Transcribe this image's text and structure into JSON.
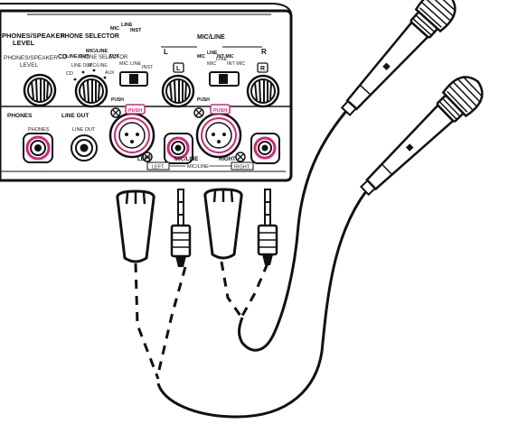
{
  "panel": {
    "phones_speaker_level_top": "PHONES/SPEAKER",
    "phones_speaker_level_bottom": "LEVEL",
    "phones_speaker_level_ghost_top": "PHONES/SPEAKER",
    "phones_speaker_level_ghost_bottom": "LEVEL",
    "phone_selector_title": "PHONE SELECTOR",
    "cd_bold": "CD",
    "line_out_bold": "LINE OUT",
    "mic_line_bold": "MIC/LINE",
    "aux_bold": "AUX",
    "phone_selector_ghost": "PHONE SELECTOR",
    "cd": "CD",
    "line_out_small": "LINE OUT",
    "mic_line_small": "MIC/LINE",
    "aux_small": "AUX",
    "mic_top": "MIC",
    "line_top": "LINE",
    "inst_top": "INST",
    "mic_line_section_title": "MIC/LINE",
    "channel_l": "L",
    "channel_r": "R",
    "mic_small": "MIC",
    "line_small": "LINE",
    "inst_small": "INST",
    "r_mic_bold": "MIC",
    "r_line_bold": "LINE",
    "r_int_mic_bold": "INT MIC",
    "r_mic_small": "MIC",
    "r_line_small": "LINE",
    "r_int_mic_small": "INT MIC",
    "l_badge": "L",
    "r_badge": "R",
    "push_left_outer": "PUSH",
    "push_left_button": "PUSH",
    "push_right_outer": "PUSH",
    "push_right_button": "PUSH",
    "phones_bold": "PHONES",
    "line_out_jack_bold": "LINE OUT",
    "phones_small": "PHONES",
    "line_out_jack_small": "LINE OUT",
    "jack_left_label": "LEFT",
    "jack_right_label": "RIGHT",
    "jack_mic_line_bold": "MIC/LINE",
    "left_badge": "LEFT",
    "right_badge": "RIGHT",
    "mic_line_bottom": "MIC/LINE"
  },
  "colors": {
    "accent_pink": "#d0287a",
    "ink": "#111111",
    "panel_fill": "#ffffff",
    "badge_fill": "#111111"
  }
}
